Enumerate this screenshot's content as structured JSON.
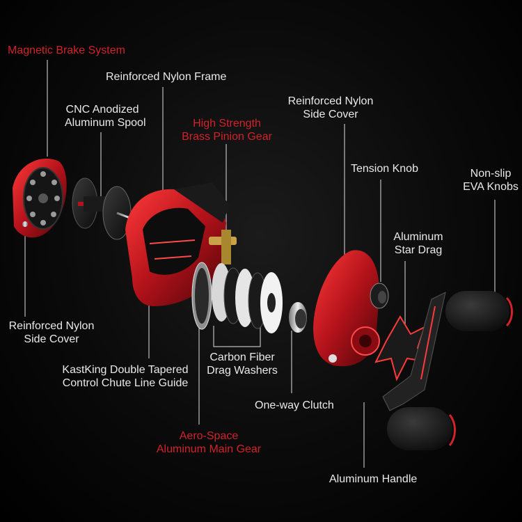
{
  "labels": {
    "magnetic_brake": "Magnetic Brake System",
    "reinforced_frame": "Reinforced Nylon Frame",
    "spool_l1": "CNC Anodized",
    "spool_l2": "Aluminum Spool",
    "pinion_l1": "High Strength",
    "pinion_l2": "Brass Pinion Gear",
    "right_cover_l1": "Reinforced Nylon",
    "right_cover_l2": "Side Cover",
    "tension_knob": "Tension Knob",
    "eva_l1": "Non-slip",
    "eva_l2": "EVA Knobs",
    "star_drag_l1": "Aluminum",
    "star_drag_l2": "Star Drag",
    "left_cover_l1": "Reinforced Nylon",
    "left_cover_l2": "Side Cover",
    "drag_washers_l1": "Carbon Fiber",
    "drag_washers_l2": "Drag Washers",
    "line_guide_l1": "KastKing Double Tapered",
    "line_guide_l2": "Control Chute Line Guide",
    "clutch": "One-way Clutch",
    "main_gear_l1": "Aero-Space",
    "main_gear_l2": "Aluminum Main Gear",
    "handle": "Aluminum Handle"
  },
  "colors": {
    "accent_red": "#d2232a",
    "label_white": "#e9e9e9",
    "background": "#000000"
  }
}
